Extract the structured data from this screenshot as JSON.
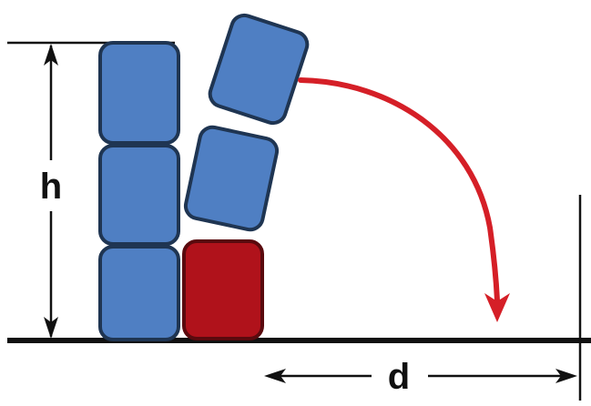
{
  "labels": {
    "height": "h",
    "distance": "d"
  },
  "colors": {
    "block_fill": "#4f7fc3",
    "block_stroke": "#1f3552",
    "red_block_fill": "#b0121b",
    "red_block_stroke": "#5a0a0e",
    "arrow": "#d51f27",
    "line": "#111111",
    "background": "#ffffff"
  },
  "elements": {
    "stacked_blocks": 3,
    "falling_blocks": 2,
    "red_blocks": 1
  }
}
